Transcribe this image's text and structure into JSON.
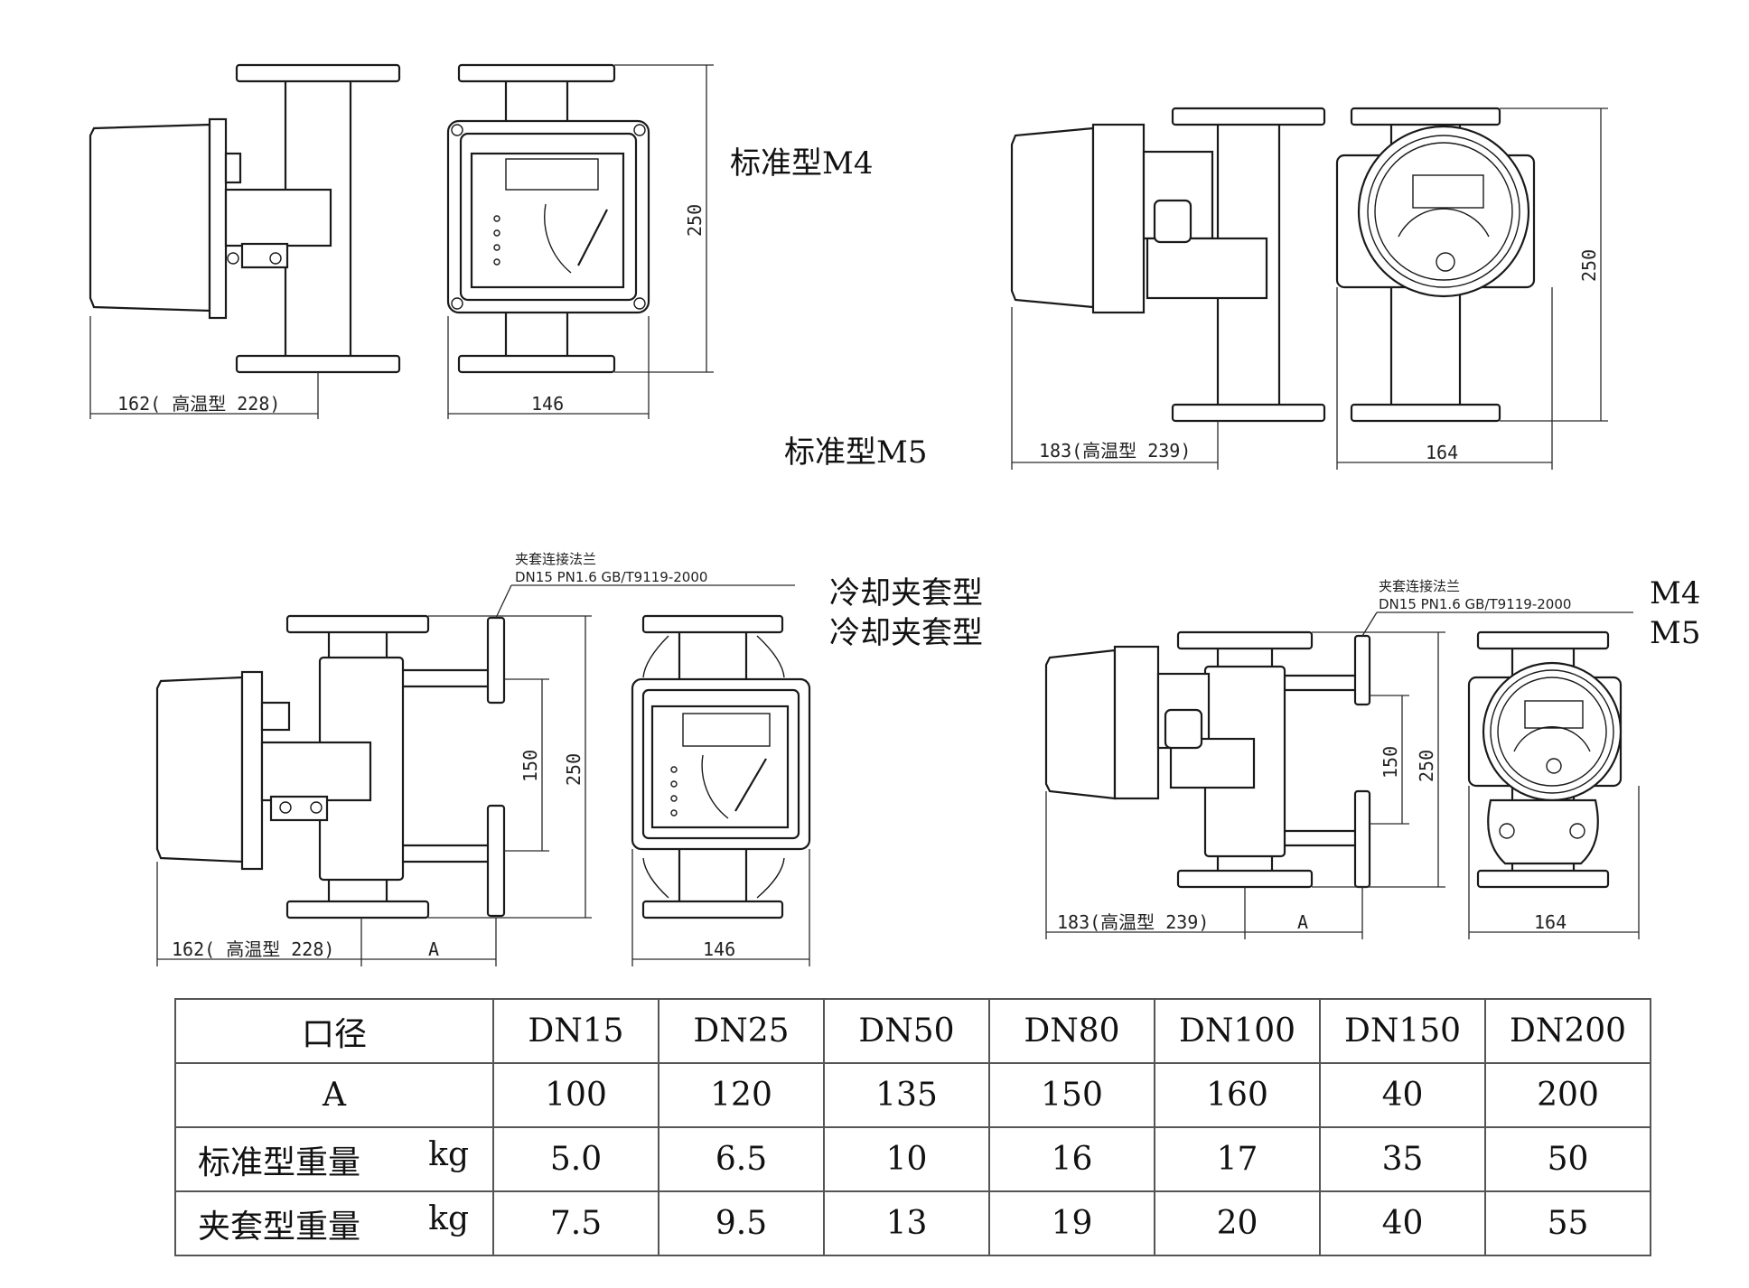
{
  "labels": {
    "m4_standard": "标准型M4",
    "m5_standard": "标准型M5",
    "m4_cooling": "冷却夹套型",
    "m5_cooling": "冷却夹套型",
    "m4_tag": "M4",
    "m5_tag": "M5"
  },
  "dimensions": {
    "m4_std_height": "250",
    "m4_std_width": "146",
    "m4_std_depth": "162( 高温型 228)",
    "m5_std_height": "250",
    "m5_std_width": "164",
    "m5_std_depth": "183(高温型 239)",
    "m4_cool_height": "250",
    "m4_cool_inner": "150",
    "m4_cool_width": "146",
    "m4_cool_depth": "162( 高温型 228)",
    "m4_cool_a": "A",
    "m5_cool_height": "250",
    "m5_cool_inner": "150",
    "m5_cool_width": "164",
    "m5_cool_depth": "183(高温型 239)",
    "m5_cool_a": "A"
  },
  "notes": {
    "m4_flange_title": "夹套连接法兰",
    "m4_flange_spec": "DN15 PN1.6 GB/T9119-2000",
    "m5_flange_title": "夹套连接法兰",
    "m5_flange_spec": "DN15 PN1.6 GB/T9119-2000"
  },
  "table": {
    "header": [
      "口径",
      "DN15",
      "DN25",
      "DN50",
      "DN80",
      "DN100",
      "DN150",
      "DN200"
    ],
    "rows": [
      {
        "label": "A",
        "unit": "",
        "values": [
          "100",
          "120",
          "135",
          "150",
          "160",
          "40",
          "200"
        ]
      },
      {
        "label": "标准型重量",
        "unit": "kg",
        "values": [
          "5.0",
          "6.5",
          "10",
          "16",
          "17",
          "35",
          "50"
        ]
      },
      {
        "label": "夹套型重量",
        "unit": "kg",
        "values": [
          "7.5",
          "9.5",
          "13",
          "19",
          "20",
          "40",
          "55"
        ]
      }
    ]
  }
}
